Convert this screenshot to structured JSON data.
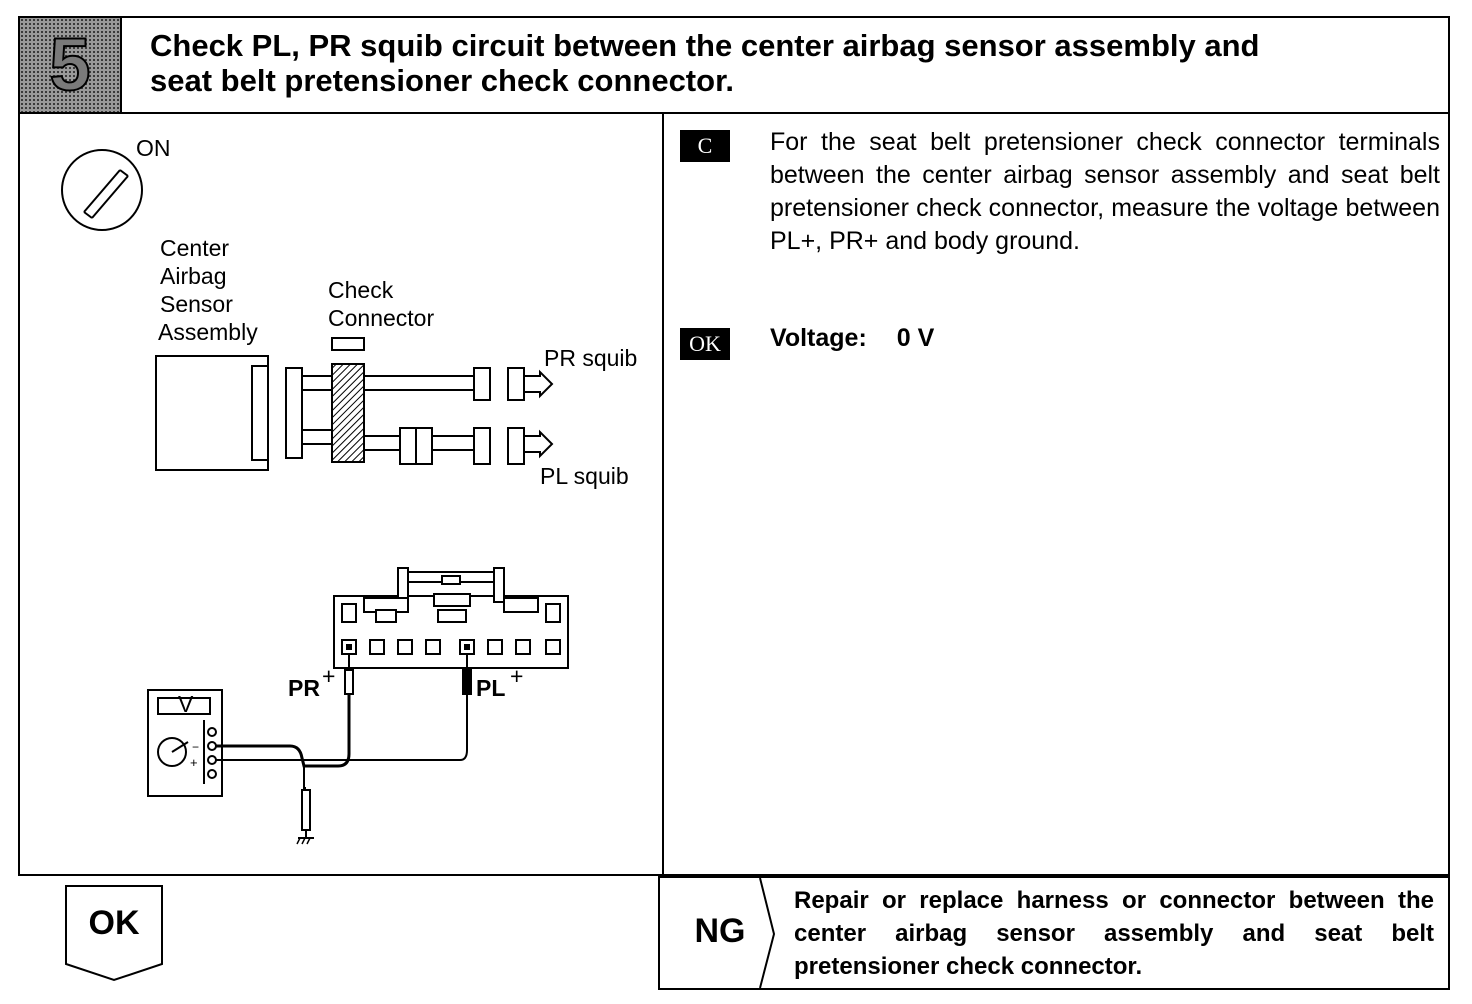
{
  "header": {
    "step_number": "5",
    "title_line1": "Check PL, PR squib circuit between the center airbag sensor assembly and",
    "title_line2": "seat belt pretensioner check connector."
  },
  "diagram": {
    "ignition_label": "ON",
    "sensor_label_lines": [
      "Center",
      "Airbag",
      "Sensor",
      "Assembly"
    ],
    "connector_label_lines": [
      "Check",
      "Connector"
    ],
    "pr_squib_label": "PR squib",
    "pl_squib_label": "PL squib",
    "pr_plus_label": "PR",
    "pl_plus_label": "PL",
    "plus_sign": "+",
    "meter_label": "V"
  },
  "instruction": {
    "condition_tag": "C",
    "text": "For the seat belt pretensioner check connector terminals between the center airbag sensor assembly and seat belt pretensioner check connector, measure the voltage between PL+, PR+ and body ground."
  },
  "result": {
    "ok_tag": "OK",
    "voltage_label": "Voltage:",
    "voltage_value": "0 V"
  },
  "flow": {
    "ok_label": "OK",
    "ng_label": "NG",
    "ng_action": "Repair or replace harness or connector between the center airbag sensor assembly and seat belt pretensioner check connector."
  }
}
